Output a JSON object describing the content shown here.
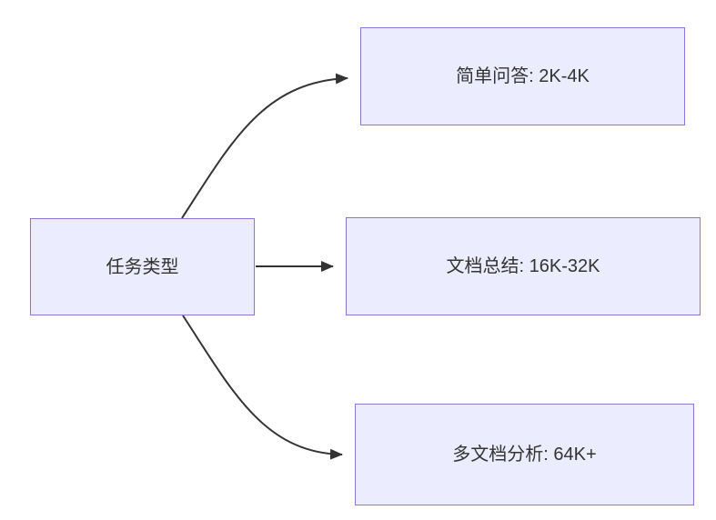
{
  "diagram": {
    "type": "flowchart-left-to-right",
    "nodes": {
      "root": {
        "label": "任务类型"
      },
      "branch1": {
        "label": "简单问答: 2K-4K"
      },
      "branch2": {
        "label": "文档总结: 16K-32K"
      },
      "branch3": {
        "label": "多文档分析: 64K+"
      }
    },
    "edges": [
      {
        "from": "任务类型",
        "to": "简单问答: 2K-4K",
        "style": "curved-up"
      },
      {
        "from": "任务类型",
        "to": "文档总结: 16K-32K",
        "style": "straight"
      },
      {
        "from": "任务类型",
        "to": "多文档分析: 64K+",
        "style": "curved-down"
      }
    ]
  },
  "colors": {
    "node_fill": "#ECECFF",
    "node_border": "#9370DB",
    "edge": "#333333",
    "text": "#333333",
    "background": "#FFFFFF"
  }
}
